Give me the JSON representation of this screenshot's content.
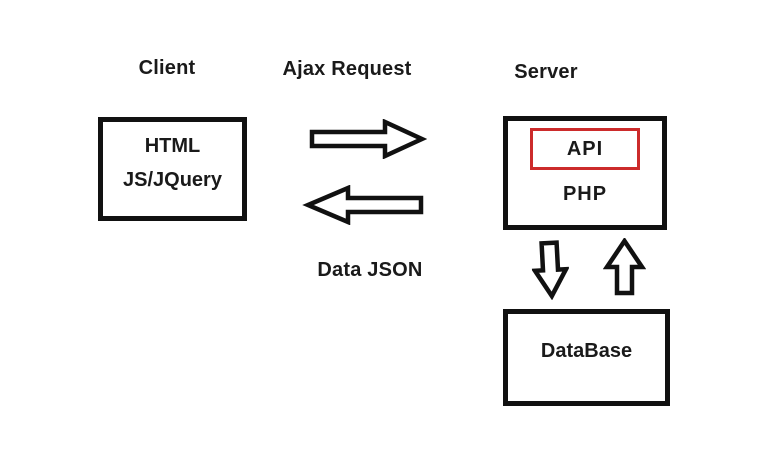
{
  "labels": {
    "client": "Client",
    "ajax_request": "Ajax Request",
    "server": "Server",
    "data_json": "Data JSON"
  },
  "client_box": {
    "line1": "HTML",
    "line2": "JS/JQuery"
  },
  "server_box": {
    "api_label": "API",
    "php_label": "PHP"
  },
  "database_box": {
    "label": "DataBase"
  },
  "icons": {
    "ajax_request_arrow": "block-arrow-right",
    "data_json_arrow": "block-arrow-left",
    "server_to_database_arrow": "block-arrow-down",
    "database_to_server_arrow": "block-arrow-up"
  },
  "colors": {
    "background": "#ffffff",
    "stroke": "#111111",
    "api_border": "#cc2b2b",
    "text": "#1a1a1a"
  }
}
